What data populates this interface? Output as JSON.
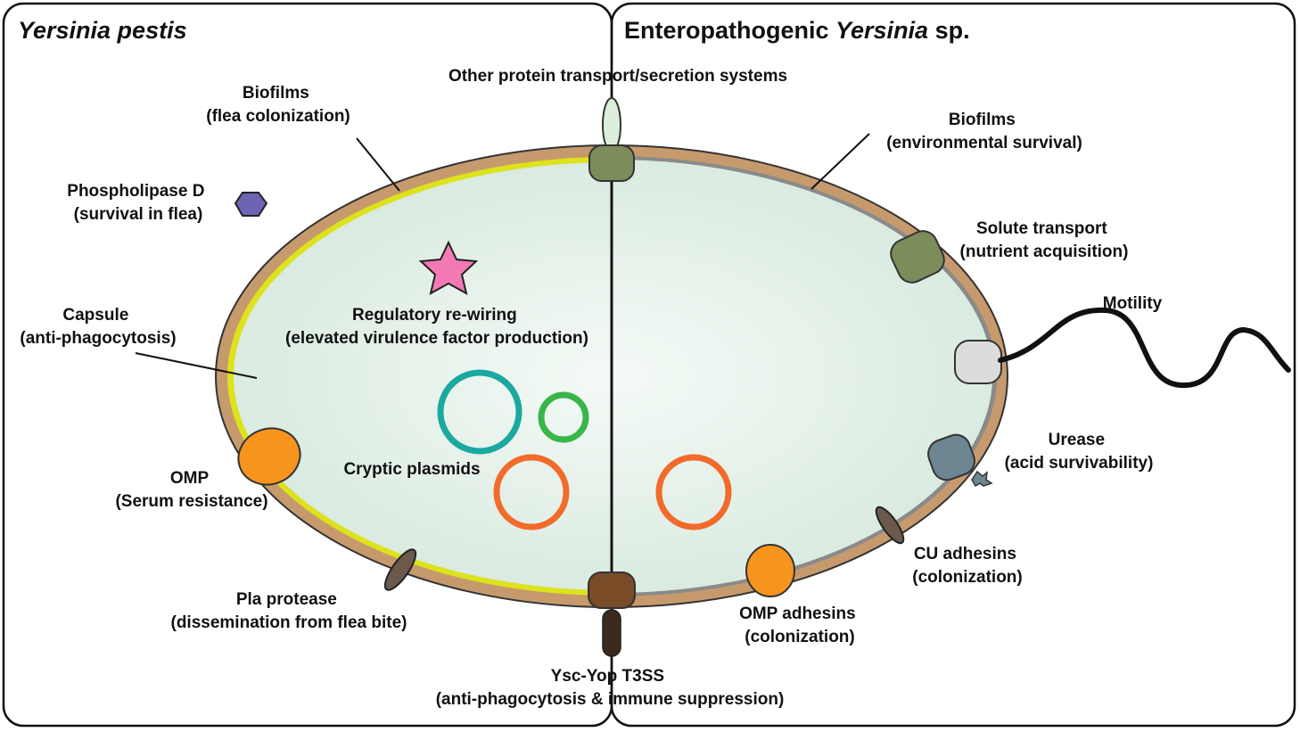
{
  "panels": {
    "left_title": "Yersinia pestis",
    "right_title_prefix": "Enteropathogenic ",
    "right_title_italic": "Yersinia",
    "right_title_suffix": " sp."
  },
  "labels": {
    "biofilms_left": [
      "Biofilms",
      "(flea colonization)"
    ],
    "phospholipase": [
      "Phospholipase D",
      "(survival in flea)"
    ],
    "capsule": [
      "Capsule",
      "(anti-phagocytosis)"
    ],
    "omp_left": [
      "OMP",
      "(Serum resistance)"
    ],
    "pla": [
      "Pla protease",
      "(dissemination from flea bite)"
    ],
    "regulatory": [
      "Regulatory re-wiring",
      "(elevated virulence factor production)"
    ],
    "cryptic": "Cryptic plasmids",
    "other_transport": "Other protein transport/secretion systems",
    "ysc": [
      "Ysc-Yop T3SS",
      "(anti-phagocytosis & immune suppression)"
    ],
    "biofilms_right": [
      "Biofilms",
      "(environmental survival)"
    ],
    "solute": [
      "Solute transport",
      "(nutrient acquisition)"
    ],
    "motility": "Motility",
    "urease": [
      "Urease",
      "(acid survivability)"
    ],
    "cu_adhesins": [
      "CU adhesins",
      "(colonization)"
    ],
    "omp_adhesins": [
      "OMP adhesins",
      "(colonization)"
    ]
  },
  "colors": {
    "outer_membrane": "#c69a6d",
    "capsule": "#dde21c",
    "inner_membrane": "#8a8a8a",
    "cytoplasm": "#e0eee6",
    "transporter_green": "#7c8c5a",
    "ysc_brown": "#7a4b27",
    "omp_orange": "#f7941d",
    "plasmid_teal": "#1ba8a0",
    "plasmid_green": "#39b54a",
    "plasmid_orange": "#f26b2b",
    "star_pink": "#f47ab5",
    "hexagon_purple": "#6d64b5",
    "urease_blue": "#6e8592",
    "motility_grey": "#dcdcdc",
    "pla_brown": "#6b5a4c"
  }
}
